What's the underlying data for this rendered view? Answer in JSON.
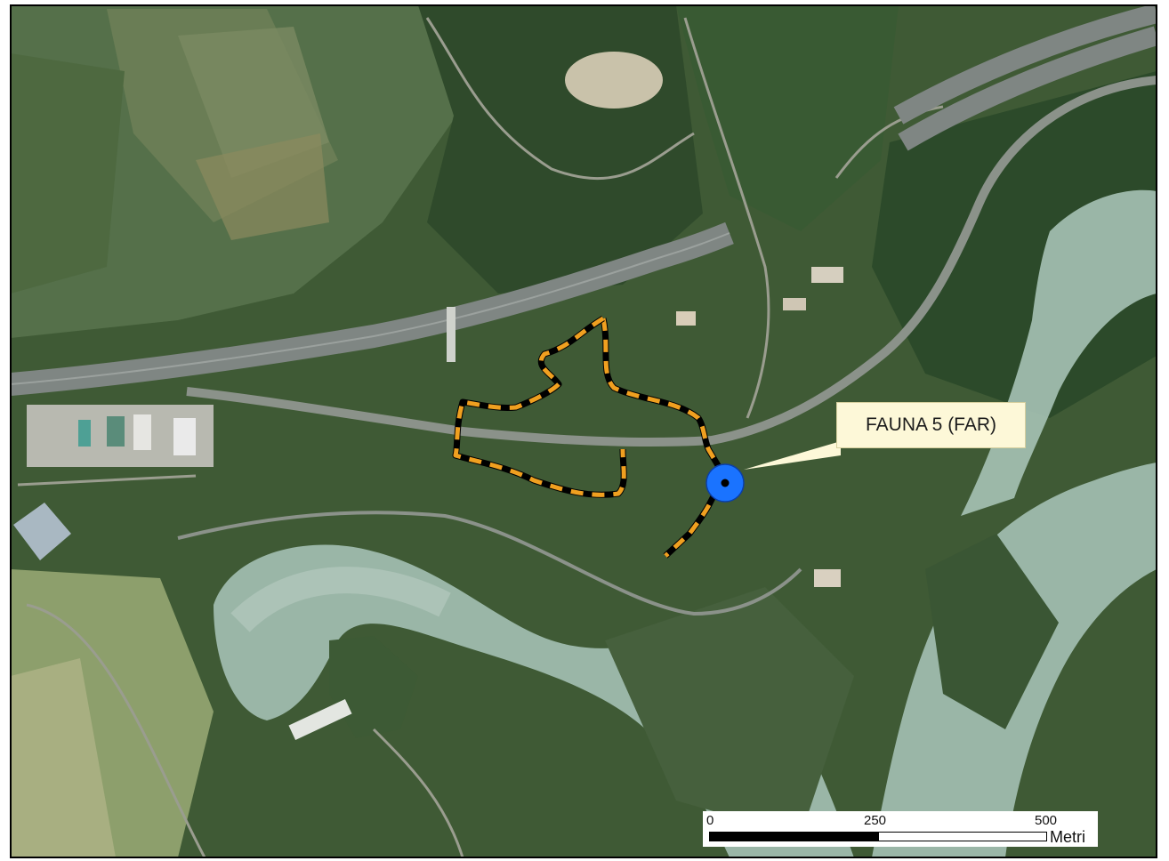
{
  "map": {
    "background": "aerial satellite imagery",
    "colors": {
      "vegetation_dark": "#2f4a2a",
      "vegetation_mid": "#4d6b3d",
      "field_light": "#8a9a6a",
      "river": "#9fbdb0",
      "road": "#8e948c",
      "route_dash": "#f0a020",
      "route_outline": "#000000",
      "point_fill": "#1a73ff"
    }
  },
  "marker": {
    "label": "FAUNA 5 (FAR)",
    "icon": "location-pin-icon"
  },
  "scale_bar": {
    "ticks": [
      "0",
      "250",
      "500"
    ],
    "unit": "Metri"
  }
}
